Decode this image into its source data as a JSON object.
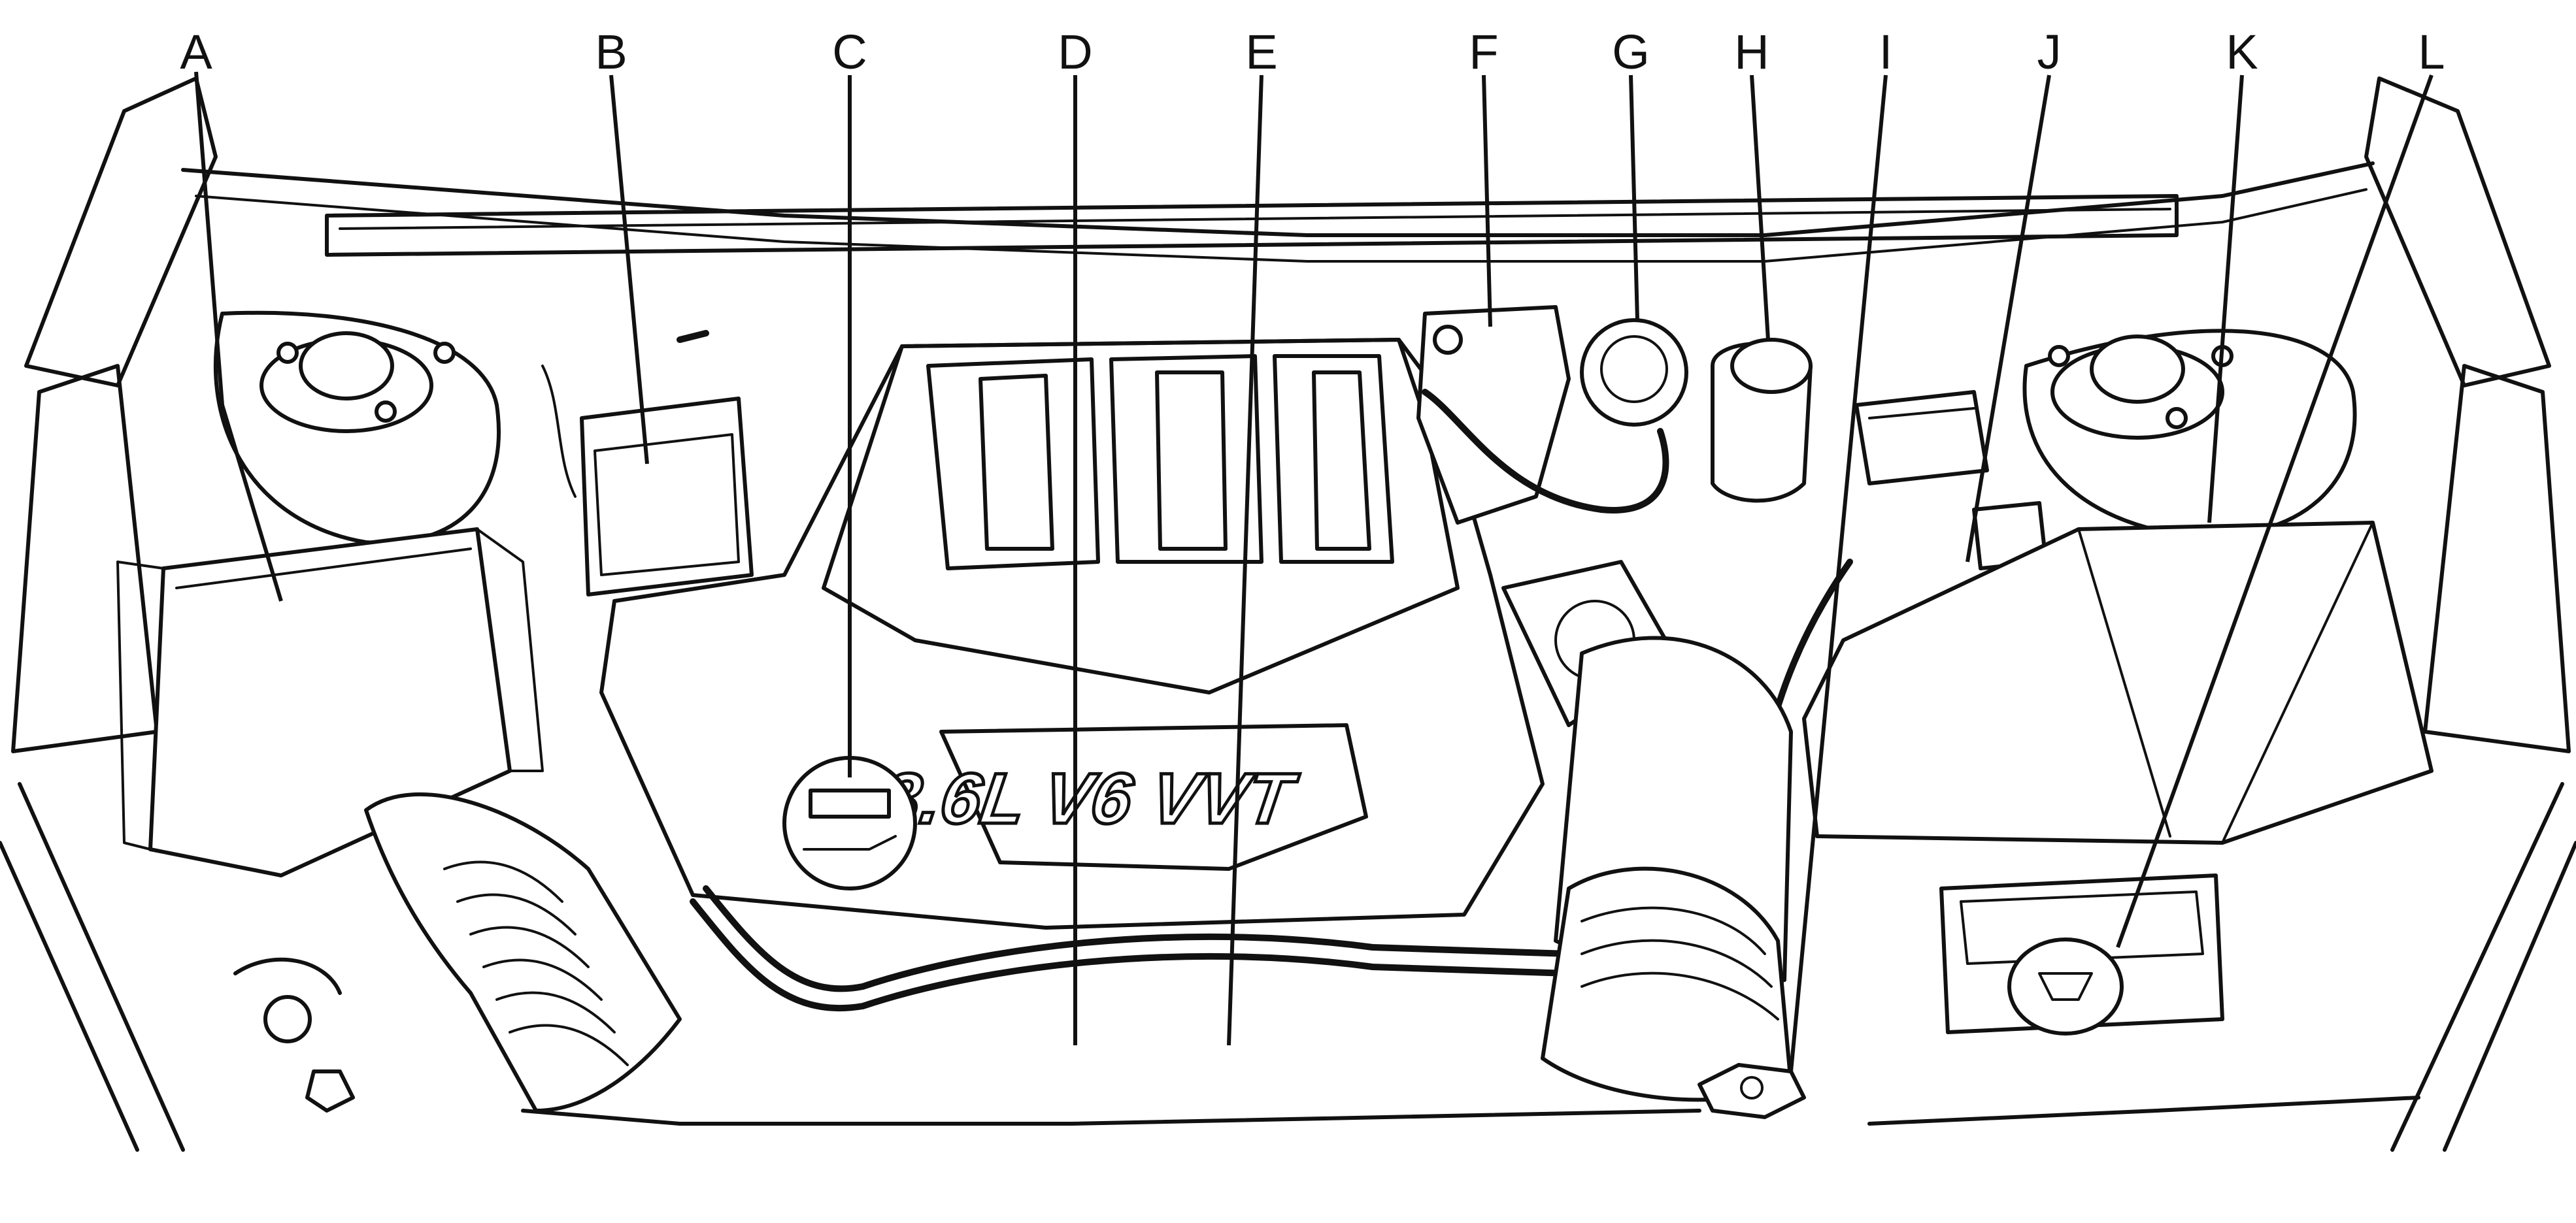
{
  "diagram": {
    "engine_badge": "3.6L V6 VVT",
    "callouts": [
      {
        "letter": "A"
      },
      {
        "letter": "B"
      },
      {
        "letter": "C"
      },
      {
        "letter": "D"
      },
      {
        "letter": "E"
      },
      {
        "letter": "F"
      },
      {
        "letter": "G"
      },
      {
        "letter": "H"
      },
      {
        "letter": "I"
      },
      {
        "letter": "J"
      },
      {
        "letter": "K"
      },
      {
        "letter": "L"
      }
    ]
  }
}
